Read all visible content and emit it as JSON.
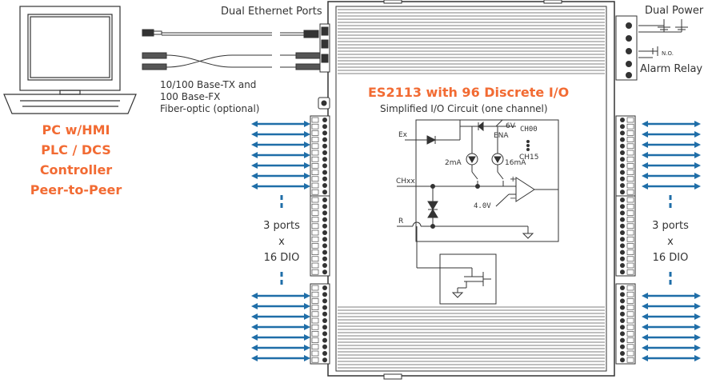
{
  "labels": {
    "dual_ethernet": "Dual Ethernet Ports",
    "dual_power": "Dual Power",
    "alarm_relay": "Alarm Relay",
    "no": "N.O.",
    "base_tx": "10/100 Base-TX and",
    "base_fx": "100 Base-FX",
    "fiber": "Fiber-optic (optional)",
    "title": "ES2113 with 96 Discrete I/O",
    "subtitle": "Simplified I/O Circuit (one channel)",
    "pc_lines": [
      "PC w/HMI",
      "PLC / DCS",
      "Controller",
      "Peer-to-Peer"
    ],
    "ports_left": [
      "3 ports",
      "x",
      "16 DIO"
    ],
    "ports_right": [
      "3 ports",
      "x",
      "16 DIO"
    ]
  },
  "circuit": {
    "ex": "Ex",
    "chxx": "CHxx",
    "r": "R",
    "v6": "6V",
    "ena": "ENA",
    "ch00": "CH00",
    "ch15": "CH15",
    "ma2": "2mA",
    "ma16": "16mA",
    "v4": "4.0V",
    "plus": "+",
    "minus": "−"
  },
  "colors": {
    "orange": "#f26b33",
    "arrow_blue": "#1f6ea8",
    "dark": "#333333"
  }
}
